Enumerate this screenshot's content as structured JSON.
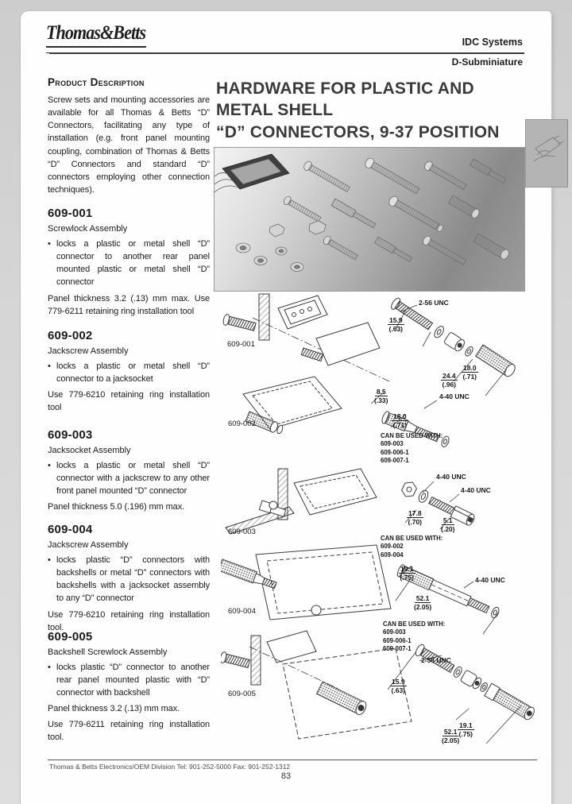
{
  "header": {
    "logo_text": "Thomas&Betts",
    "division": "IDC Systems",
    "family": "D-Subminiature"
  },
  "title": {
    "line1": "HARDWARE FOR PLASTIC AND",
    "line2": "METAL SHELL",
    "line3": "“D” CONNECTORS, 9-37 POSITION"
  },
  "description": {
    "heading": "Product Description",
    "body": "Screw sets and mounting accessories are available for all Thomas & Betts “D” Connectors, facilitating any type of installation (e.g. front panel mounting coupling, combination of Thomas & Betts “D” Connectors and standard “D” connectors employing other connection techniques)."
  },
  "sections": [
    {
      "part": "609-001",
      "name": "Screwlock Assembly",
      "bullet": "locks a plastic or metal shell “D” connector to another rear panel mounted plastic or metal shell “D” connector",
      "note1": "Panel thickness 3.2 (.13) mm max. Use 779-6211 retaining ring installation tool"
    },
    {
      "part": "609-002",
      "name": "Jackscrew Assembly",
      "bullet": "locks a plastic or metal shell “D” connector to a jacksocket",
      "note1": "Use 779-6210 retaining ring installation tool"
    },
    {
      "part": "609-003",
      "name": "Jacksocket Assembly",
      "bullet": "locks a plastic or metal shell “D” connector with a jackscrew to any other front panel mounted “D” connector",
      "note1": "Panel thickness 5.0 (.196) mm max."
    },
    {
      "part": "609-004",
      "name": "Jackscrew Assembly",
      "bullet": "locks plastic “D” connectors with backshells or metal “D” connectors with backshells with a jacksocket assembly to any “D” connector",
      "note1": "Use 779-6210 retaining ring installation tool."
    },
    {
      "part": "609-005",
      "name": "Backshell Screwlock Assembly",
      "bullet": "locks plastic “D” connector to another rear panel mounted plastic with “D” connector with backshell",
      "note1": "Panel thickness 3.2 (.13) mm max.",
      "note2": "Use 779-6211 retaining ring installation tool."
    }
  ],
  "diagrams": {
    "d1": {
      "label": "609-001",
      "thread": "2-56 UNC",
      "dimA_mm": "15.9",
      "dimA_in": "(.63)"
    },
    "d2": {
      "label": "609-002",
      "dimA_mm": "24.4",
      "dimA_in": "(.96)",
      "dimB_mm": "18.0",
      "dimB_in": "(.71)",
      "dimC_mm": "8.5",
      "dimC_in": "(.33)",
      "thread": "4-40 UNC",
      "dimD_mm": "18.0",
      "dimD_in": "(.71)",
      "compat_title": "CAN BE USED WITH:",
      "compat0": "609-003",
      "compat1": "609-006-1",
      "compat2": "609-007-1"
    },
    "d3": {
      "label": "609-003",
      "thread1": "4-40 UNC",
      "thread2": "4-40 UNC",
      "dimA_mm": "17.8",
      "dimA_in": "(.70)",
      "dimB_mm": "5.1",
      "dimB_in": "(.20)",
      "compat_title": "CAN BE USED WITH:",
      "compat0": "609-002",
      "compat1": "609-004"
    },
    "d4": {
      "label": "609-004",
      "dimA_mm": "19.1",
      "dimA_in": "(.75)",
      "thread": "4-40 UNC",
      "dimB_mm": "52.1",
      "dimB_in": "(2.05)",
      "compat_title": "CAN BE USED WITH:",
      "compat0": "609-003",
      "compat1": "609-006-1",
      "compat2": "609-007-1"
    },
    "d5": {
      "label": "609-005",
      "thread": "2-56 UNC",
      "dimA_mm": "15.9",
      "dimA_in": "(.63)",
      "dimB_mm": "19.1",
      "dimB_in": "(.75)",
      "dimC_mm": "52.1",
      "dimC_in": "(2.05)"
    }
  },
  "footer": {
    "line": "Thomas & Betts Electronics/OEM Division   Tel: 901-252-5000   Fax: 901-252-1312",
    "page_number": "83"
  }
}
